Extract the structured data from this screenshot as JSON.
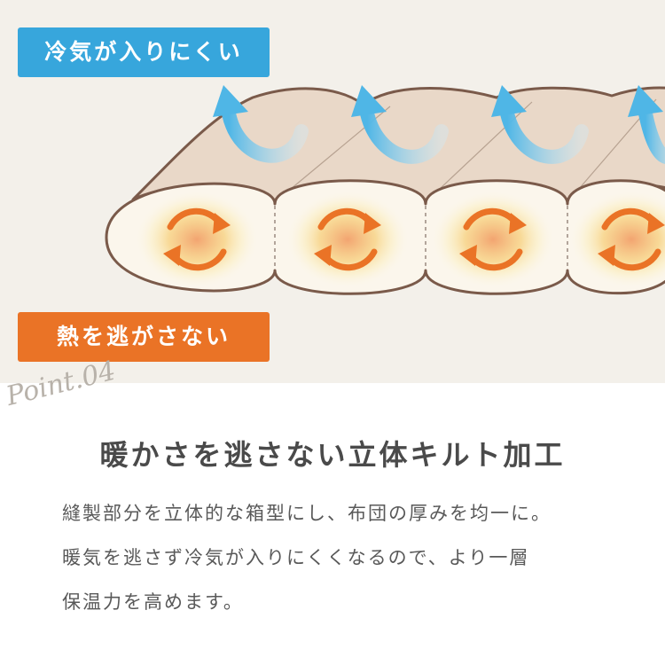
{
  "badges": {
    "cold": "冷気が入りにくい",
    "warm": "熱を逃がさない"
  },
  "point_label": "Point.04",
  "headline": "暖かさを逃さない立体キルト加工",
  "body_lines": [
    "縫製部分を立体的な箱型にし、布団の厚みを均一に。",
    "暖気を逃さず冷気が入りにくくなるので、より一層",
    "保温力を高めます。"
  ],
  "colors": {
    "cold_accent": "#37a6dc",
    "warm_accent": "#ea7326",
    "quilt_outline": "#7a5a4a",
    "quilt_top": "#e9d8c8",
    "quilt_front": "#fbf6ec",
    "background": "#f3f0ea"
  },
  "icons": {
    "cold_air": "cold-air-arrow-icon",
    "heat_cycle": "heat-circulation-icon"
  }
}
